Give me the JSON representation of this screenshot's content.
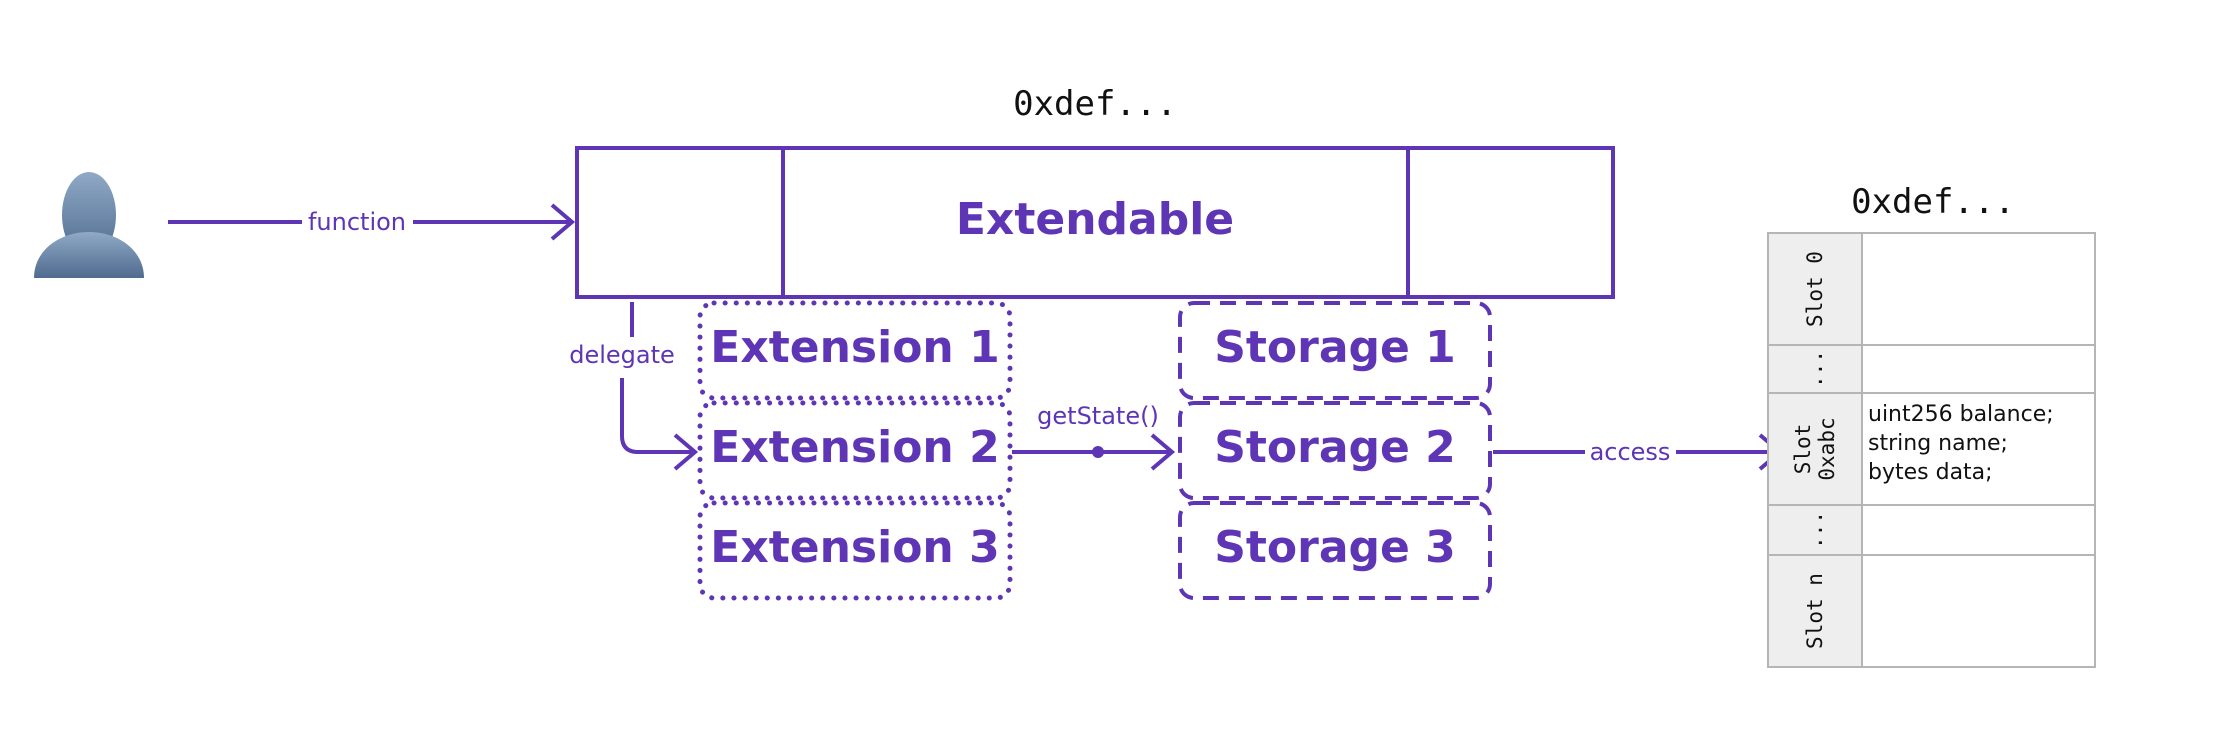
{
  "diagram": {
    "user": {
      "icon": "user-icon"
    },
    "contract": {
      "address": "0xdef...",
      "title": "Extendable"
    },
    "arrows": {
      "function_label": "function",
      "delegate_label": "delegate",
      "getstate_label": "getState()",
      "access_label": "access"
    },
    "extensions": [
      "Extension 1",
      "Extension 2",
      "Extension 3"
    ],
    "storages": [
      "Storage 1",
      "Storage 2",
      "Storage 3"
    ],
    "storage_panel": {
      "address": "0xdef...",
      "slots": [
        {
          "name": "Slot 0",
          "content": []
        },
        {
          "name": "...",
          "content": []
        },
        {
          "name": "Slot\n0xabc",
          "content": [
            "uint256 balance;",
            "string name;",
            "bytes data;"
          ]
        },
        {
          "name": "...",
          "content": []
        },
        {
          "name": "Slot n",
          "content": []
        }
      ]
    },
    "colors": {
      "accent": "#5d35b5",
      "grid": "#b5b5b5",
      "slot_header_bg": "#eeeeee",
      "icon": "#6a86a6"
    }
  }
}
